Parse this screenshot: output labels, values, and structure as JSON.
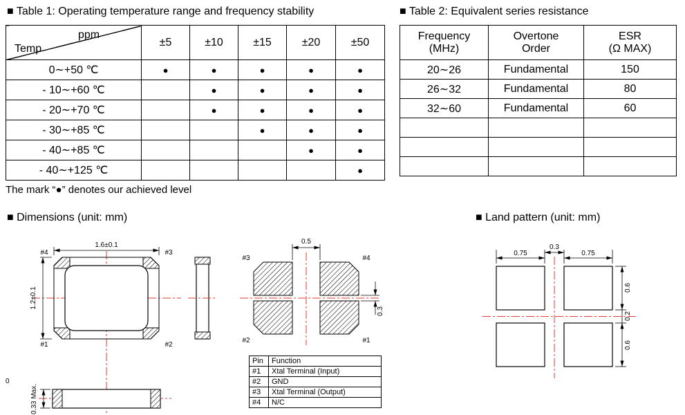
{
  "table1": {
    "title": "■ Table 1: Operating temperature range and frequency stability",
    "corner_top": "ppm",
    "corner_bottom": "Temp",
    "columns": [
      "±5",
      "±10",
      "±15",
      "±20",
      "±50"
    ],
    "dot": "●",
    "rows": [
      {
        "temp": "0∼+50 ℃",
        "marks": [
          true,
          true,
          true,
          true,
          true
        ]
      },
      {
        "temp": "- 10∼+60 ℃",
        "marks": [
          false,
          true,
          true,
          true,
          true
        ]
      },
      {
        "temp": "- 20∼+70 ℃",
        "marks": [
          false,
          true,
          true,
          true,
          true
        ]
      },
      {
        "temp": "- 30∼+85 ℃",
        "marks": [
          false,
          false,
          true,
          true,
          true
        ]
      },
      {
        "temp": "- 40∼+85 ℃",
        "marks": [
          false,
          false,
          false,
          true,
          true
        ]
      },
      {
        "temp": "- 40∼+125 ℃",
        "marks": [
          false,
          false,
          false,
          false,
          true
        ]
      }
    ],
    "note": "The mark “●” denotes our achieved level"
  },
  "table2": {
    "title": "■ Table 2: Equivalent series resistance",
    "columns": [
      {
        "line1": "Frequency",
        "line2": "(MHz)"
      },
      {
        "line1": "Overtone",
        "line2": "Order"
      },
      {
        "line1": "ESR",
        "line2": "(Ω MAX)"
      }
    ],
    "rows": [
      [
        "20∼26",
        "Fundamental",
        "150"
      ],
      [
        "26∼32",
        "Fundamental",
        "80"
      ],
      [
        "32∼60",
        "Fundamental",
        "60"
      ],
      [
        "",
        "",
        ""
      ],
      [
        "",
        "",
        ""
      ],
      [
        "",
        "",
        ""
      ]
    ]
  },
  "dimensions": {
    "title": "■ Dimensions (unit: mm)",
    "body_width": "1.6±0.1",
    "body_height": "1.2±0.1",
    "pad_gap_x": "0.5",
    "pad_gap_y": "0.3",
    "thickness": "0.33 Max.",
    "zero": "0",
    "pins": [
      "#1",
      "#2",
      "#3",
      "#4"
    ]
  },
  "land_pattern": {
    "title": "■ Land pattern (unit: mm)",
    "pad_width_left": "0.75",
    "gap_x": "0.3",
    "pad_width_right": "0.75",
    "pad_height_top": "0.6",
    "gap_y": "0.2",
    "pad_height_bottom": "0.6"
  },
  "pin_table": {
    "headers": [
      "Pin",
      "Function"
    ],
    "rows": [
      [
        "#1",
        "Xtal Terminal (Input)"
      ],
      [
        "#2",
        "GND"
      ],
      [
        "#3",
        "Xtal Terminal (Output)"
      ],
      [
        "#4",
        "N/C"
      ]
    ]
  },
  "colors": {
    "centerline": "#e53935",
    "line": "#000000",
    "bg": "#ffffff"
  }
}
